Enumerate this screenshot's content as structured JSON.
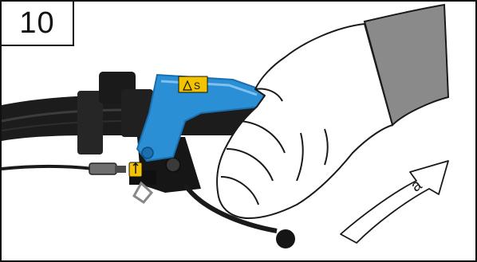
{
  "step": {
    "number": "10"
  },
  "illustration": {
    "warning_label": "S",
    "arrow_label": "a"
  },
  "colors": {
    "frame": "#111111",
    "lever_blue": "#2b8fd6",
    "lever_blue_dark": "#1b6fb0",
    "handlebar_black": "#1a1a1a",
    "sleeve_gray": "#8a8a8a",
    "warning_yellow": "#f2c400",
    "glove_outline": "#1a1a1a"
  }
}
